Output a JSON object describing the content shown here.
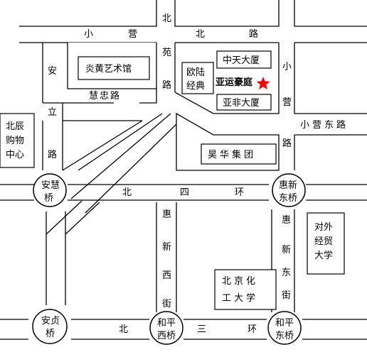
{
  "roads": {
    "xiaoying_north_road": [
      "小",
      "营",
      "北",
      "路"
    ],
    "yuan_road_top": "北",
    "yuan_road_chars": [
      "苑",
      "路"
    ],
    "an_road_char": "安",
    "li_road": [
      "立",
      "路"
    ],
    "huizhong_road": "慧忠路",
    "xiaoying_road": [
      "小",
      "营",
      "路"
    ],
    "xiaoying_east_road": "小营东路",
    "north_4th_ring": [
      "北",
      "四",
      "环"
    ],
    "huixin_west_street": [
      "惠",
      "新",
      "西",
      "街"
    ],
    "huixin_east_street": [
      "惠",
      "新",
      "东",
      "街"
    ],
    "north_3rd_ring": [
      "北",
      "三",
      "环"
    ]
  },
  "buildings": {
    "yanhuang": "炎黄艺术馆",
    "oulu": [
      "欧陆",
      "经典"
    ],
    "zhongtian": "中天大厦",
    "yayun": "亚运豪庭",
    "yafei": "亚非大厦",
    "beichen": [
      "北辰",
      "购物",
      "中心"
    ],
    "haohua": "昊华集团",
    "duiwai": [
      "对外",
      "经贸",
      "大学"
    ],
    "beijing_chem": [
      "北京化",
      "工大学"
    ]
  },
  "bridges": {
    "anhui": [
      "安慧",
      "桥"
    ],
    "huixin_east": [
      "惠新",
      "东桥"
    ],
    "anzhen": [
      "安贞",
      "桥"
    ],
    "heping_west": [
      "和平",
      "西桥"
    ],
    "heping_east": [
      "和平",
      "东桥"
    ]
  },
  "marker": {
    "color": "#ff0000"
  }
}
